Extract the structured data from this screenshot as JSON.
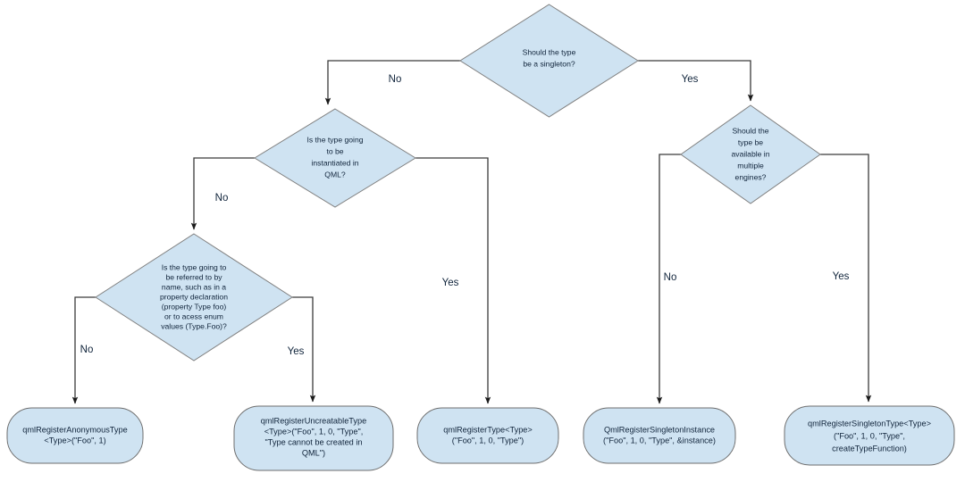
{
  "diagram": {
    "title": "QML type registration decision flowchart",
    "colors": {
      "node_fill": "#cfe3f2",
      "node_stroke": "#808080",
      "edge_stroke": "#3a3a3a",
      "text": "#10243b",
      "background": "#ffffff"
    }
  },
  "nodes": {
    "d1": {
      "id": "should-be-singleton",
      "shape": "diamond",
      "lines": [
        "Should the type",
        "be a singleton?"
      ]
    },
    "d2": {
      "id": "instantiated-in-qml",
      "shape": "diamond",
      "lines": [
        "Is the type going",
        "to be",
        "instantiated in",
        "QML?"
      ]
    },
    "d3": {
      "id": "referred-to-by-name",
      "shape": "diamond",
      "lines": [
        "Is the type going to",
        "be referred to by",
        "name, such as in a",
        "property declaration",
        "(property Type foo)",
        "or to acess enum",
        "values (Type.Foo)?"
      ]
    },
    "d4": {
      "id": "available-multiple-engines",
      "shape": "diamond",
      "lines": [
        "Should the",
        "type be",
        "available in",
        "multiple",
        "engines?"
      ]
    },
    "t1": {
      "id": "qml-register-anonymous-type",
      "shape": "terminal",
      "lines": [
        "qmlRegisterAnonymousType",
        "<Type>(\"Foo\", 1)"
      ]
    },
    "t2": {
      "id": "qml-register-uncreatable-type",
      "shape": "terminal",
      "lines": [
        "qmlRegisterUncreatableType",
        "<Type>(\"Foo\", 1, 0, \"Type\",",
        "\"Type cannot be created in",
        "QML\")"
      ]
    },
    "t3": {
      "id": "qml-register-type",
      "shape": "terminal",
      "lines": [
        "qmlRegisterType<Type>",
        "(\"Foo\", 1, 0, \"Type\")"
      ]
    },
    "t4": {
      "id": "qml-register-singleton-instance",
      "shape": "terminal",
      "lines": [
        "QmlRegisterSingletonInstance",
        "(\"Foo\", 1, 0, \"Type\", &instance)"
      ]
    },
    "t5": {
      "id": "qml-register-singleton-type",
      "shape": "terminal",
      "lines": [
        "qmlRegisterSingletonType<Type>",
        "(\"Foo\", 1, 0, \"Type\",",
        "createTypeFunction)"
      ]
    }
  },
  "edges": {
    "e1": {
      "from": "d1",
      "to": "d2",
      "label": "No"
    },
    "e2": {
      "from": "d1",
      "to": "d4",
      "label": "Yes"
    },
    "e3": {
      "from": "d2",
      "to": "d3",
      "label": "No"
    },
    "e4": {
      "from": "d2",
      "to": "t3",
      "label": "Yes"
    },
    "e5": {
      "from": "d3",
      "to": "t1",
      "label": "No"
    },
    "e6": {
      "from": "d3",
      "to": "t2",
      "label": "Yes"
    },
    "e7": {
      "from": "d4",
      "to": "t4",
      "label": "No"
    },
    "e8": {
      "from": "d4",
      "to": "t5",
      "label": "Yes"
    }
  }
}
